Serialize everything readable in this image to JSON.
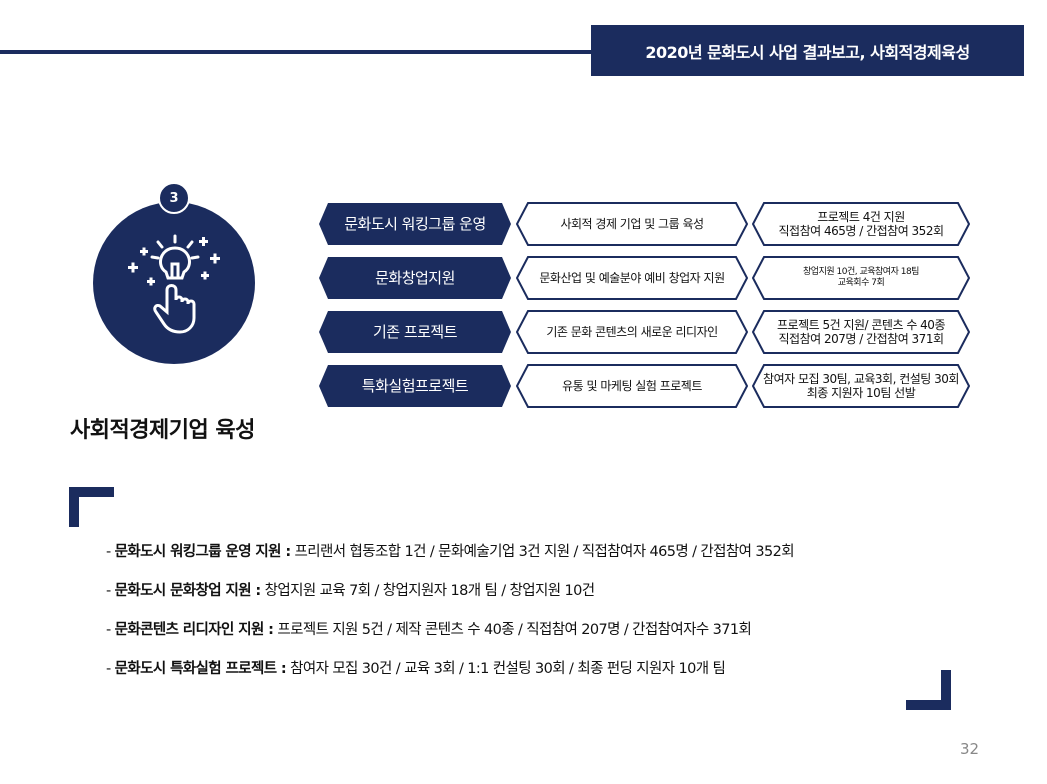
{
  "header": {
    "title": "2020년 문화도시 사업 결과보고,  사회적경제육성"
  },
  "step": {
    "number": "3"
  },
  "section": {
    "title": "사회적경제기업 육성"
  },
  "rows": [
    {
      "name": "문화도시 워킹그룹 운영",
      "desc": "사회적 경제 기업 및 그룹 육성",
      "result": "프로젝트 4건 지원\n직접참여 465명 / 간접참여 352회"
    },
    {
      "name": "문화창업지원",
      "desc": "문화산업 및 예술분야 예비 창업자 지원",
      "result": "창업지원 10건, 교육참여자 18팀\n교육회수 7회"
    },
    {
      "name": "기존 프로젝트",
      "desc": "기존 문화 콘텐츠의 새로운 리디자인",
      "result": "프로젝트 5건 지원/ 콘텐츠 수 40종\n직접참여 207명 / 간접참여 371회"
    },
    {
      "name": "특화실험프로젝트",
      "desc": "유통 및 마케팅 실험 프로젝트",
      "result": "참여자 모집 30팀, 교육3회, 컨설팅 30회\n최종 지원자 10팀 선발"
    }
  ],
  "bullets": [
    {
      "prefix": "-  ",
      "label": "문화도시 워킹그룹 운영 지원  :",
      "text": " 프리랜서 협동조합 1건 / 문화예술기업 3건 지원 / 직접참여자 465명 / 간접참여 352회"
    },
    {
      "prefix": "-  ",
      "label": "문화도시 문화창업 지원 :",
      "text": "  창업지원 교육 7회 / 창업지원자 18개 팀 / 창업지원 10건"
    },
    {
      "prefix": "- ",
      "label": "문화콘텐츠 리디자인 지원 :",
      "text": " 프로젝트 지원 5건 / 제작 콘텐츠 수 40종 / 직접참여 207명 / 간접참여자수 371회"
    },
    {
      "prefix": "- ",
      "label": "문화도시 특화실험 프로젝트 :",
      "text": " 참여자 모집 30건 / 교육 3회 / 1:1 컨설팅 30회 / 최종 펀딩 지원자 10개 팀"
    }
  ],
  "page_number": "32",
  "colors": {
    "navy": "#1b2c5e",
    "white": "#ffffff"
  },
  "icons": {
    "main": "lightbulb-hand-icon"
  }
}
